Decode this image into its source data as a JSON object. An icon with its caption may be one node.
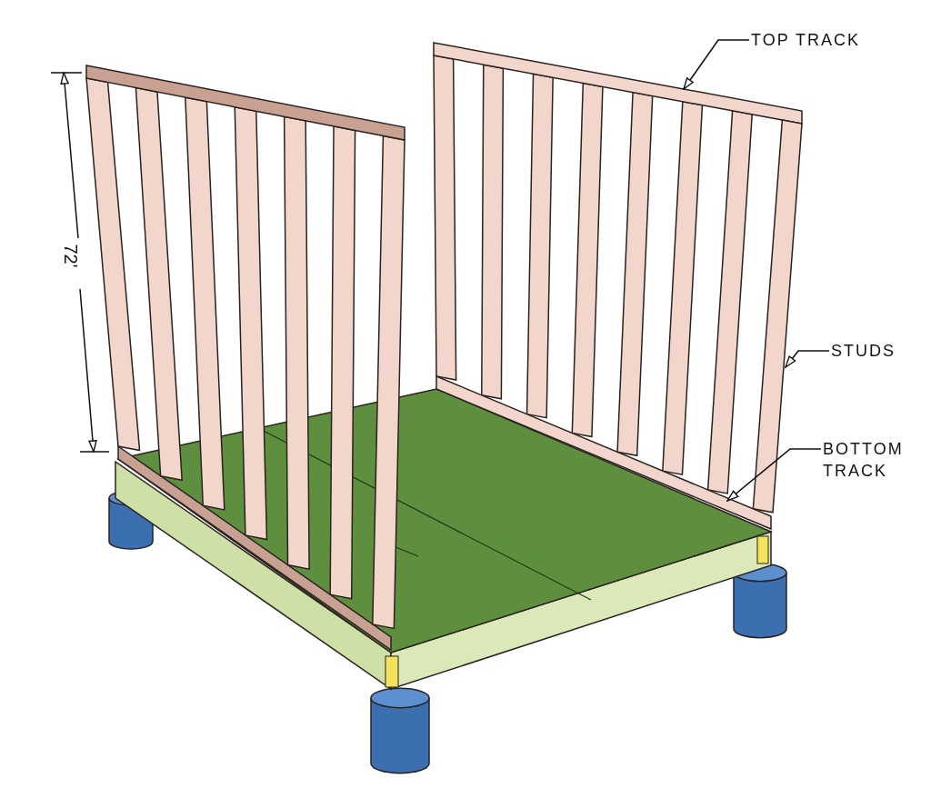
{
  "diagram": {
    "nodes": [
      {
        "text": [
          "TOP TRACK"
        ]
      },
      {
        "text": [
          "STUDS"
        ]
      },
      {
        "text": [
          "BOTTOM TRACK"
        ]
      },
      {
        "text": [],
        "shape": "bar"
      },
      {
        "text": [],
        "shape": "bar"
      },
      {
        "text": [],
        "shape": "bar"
      }
    ],
    "edges": [
      {
        "from": 0,
        "to": 3,
        "arrow": "to"
      },
      {
        "from": 1,
        "to": 4,
        "arrow": "to"
      },
      {
        "from": 2,
        "to": 5,
        "arrow": "to"
      }
    ],
    "labels": [
      "72'"
    ]
  }
}
